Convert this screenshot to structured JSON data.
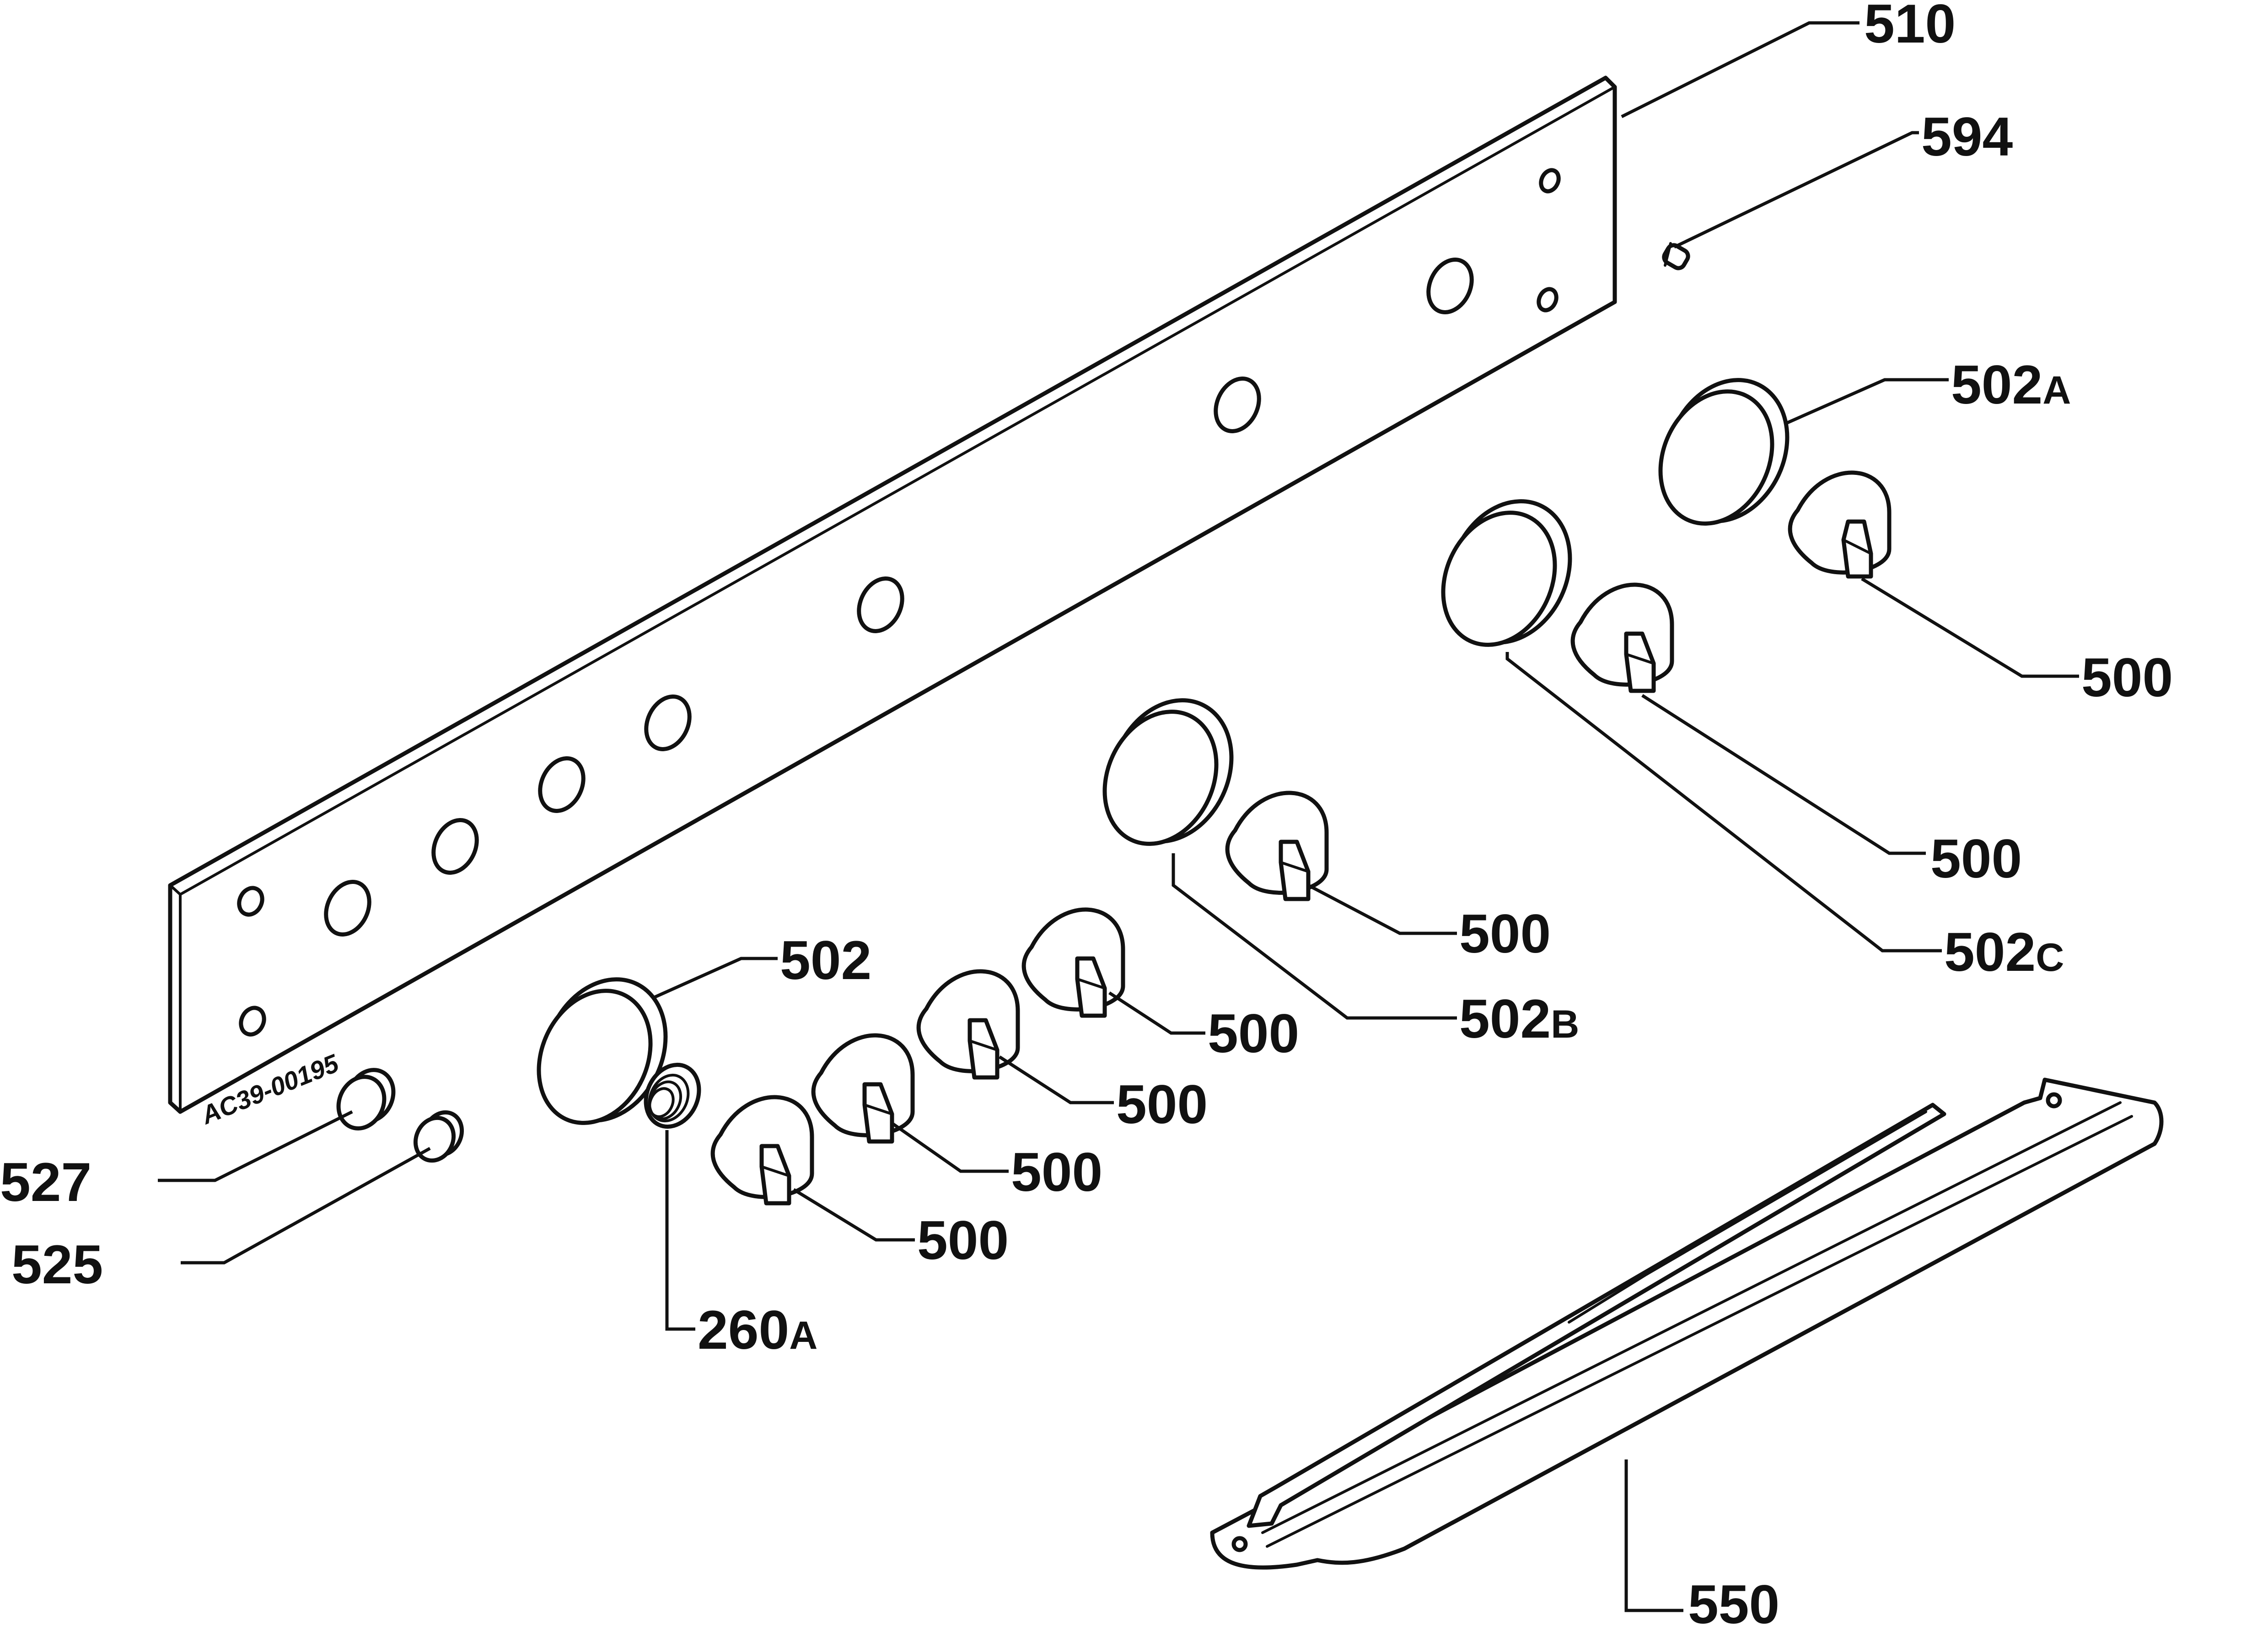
{
  "diagram": {
    "serial_mark": "AC39-00195",
    "callouts": {
      "c510": {
        "num": "510",
        "suffix": ""
      },
      "c594": {
        "num": "594",
        "suffix": ""
      },
      "c502a": {
        "num": "502",
        "suffix": "A"
      },
      "c500_1": {
        "num": "500",
        "suffix": ""
      },
      "c500_2": {
        "num": "500",
        "suffix": ""
      },
      "c502c": {
        "num": "502",
        "suffix": "C"
      },
      "c500_3": {
        "num": "500",
        "suffix": ""
      },
      "c502b": {
        "num": "502",
        "suffix": "B"
      },
      "c502": {
        "num": "502",
        "suffix": ""
      },
      "c500_4": {
        "num": "500",
        "suffix": ""
      },
      "c500_5": {
        "num": "500",
        "suffix": ""
      },
      "c500_6": {
        "num": "500",
        "suffix": ""
      },
      "c500_7": {
        "num": "500",
        "suffix": ""
      },
      "c527": {
        "num": "527",
        "suffix": ""
      },
      "c525": {
        "num": "525",
        "suffix": ""
      },
      "c260a": {
        "num": "260",
        "suffix": "A"
      },
      "c550": {
        "num": "550",
        "suffix": ""
      }
    }
  }
}
